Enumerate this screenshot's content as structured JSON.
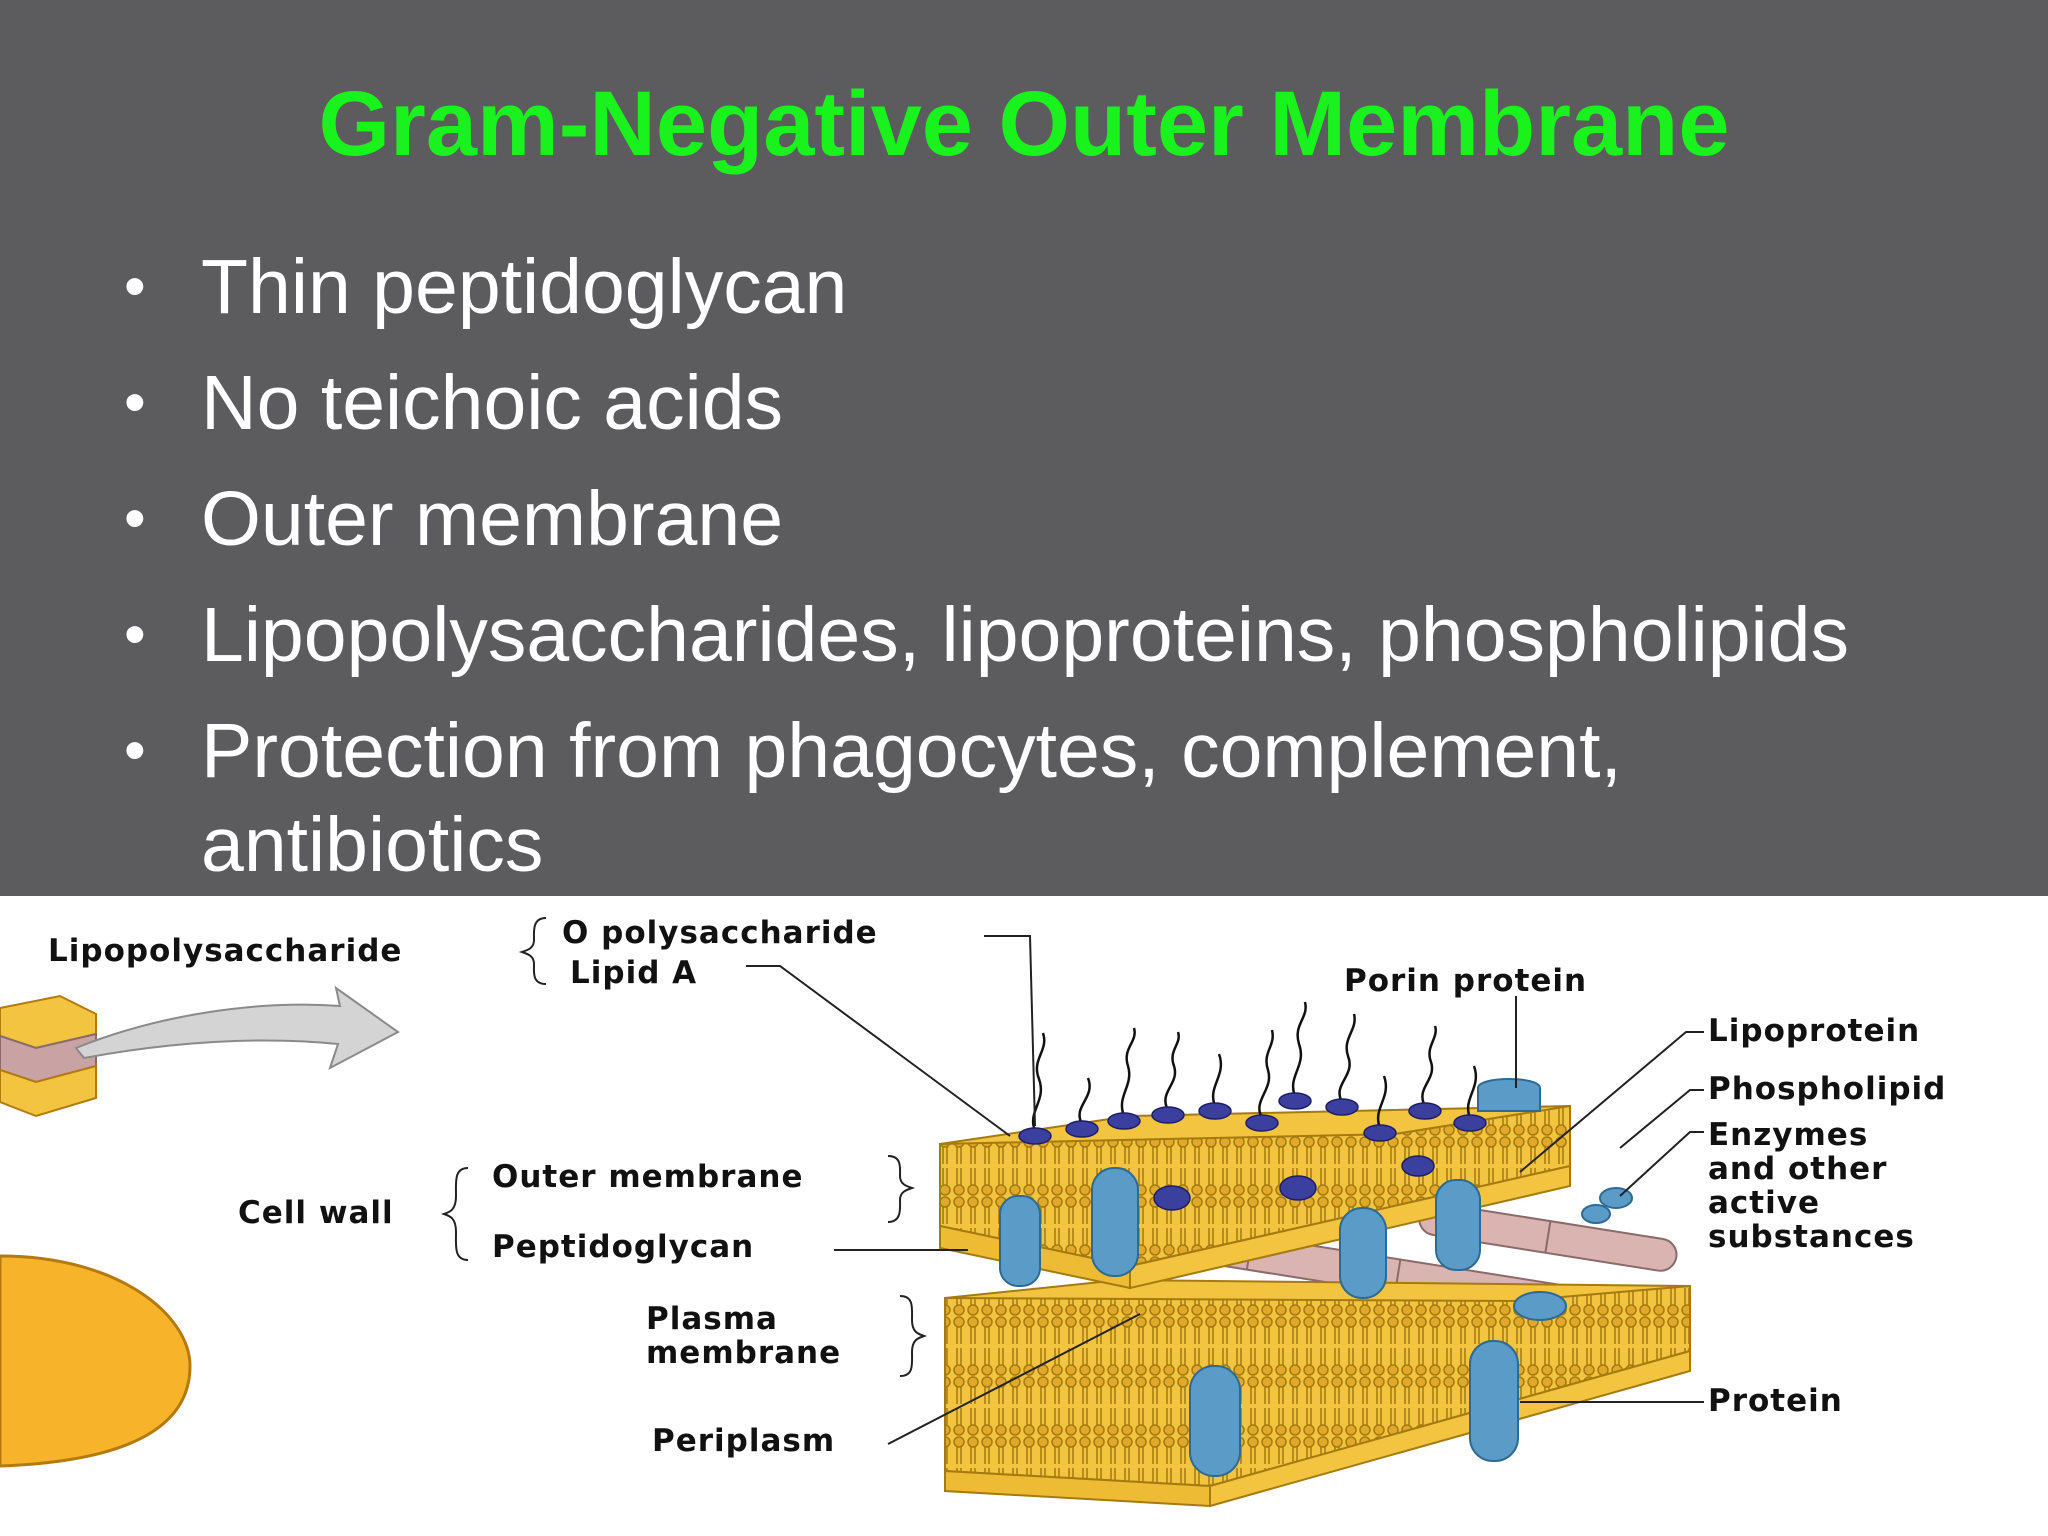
{
  "slide": {
    "title": "Gram-Negative Outer Membrane",
    "bullets": [
      "Thin peptidoglycan",
      "No teichoic acids",
      "Outer membrane",
      "Lipopolysaccharides, lipoproteins, phospholipids",
      "Protection from phagocytes, complement, antibiotics"
    ],
    "bullet_glyph": "•"
  },
  "diagram": {
    "labels": {
      "lipopolysaccharide": "Lipopolysaccharide",
      "o_polysaccharide": "O polysaccharide",
      "lipid_a": "Lipid A",
      "porin_protein": "Porin protein",
      "lipoprotein": "Lipoprotein",
      "phospholipid": "Phospholipid",
      "enzymes": "Enzymes\nand other\nactive\nsubstances",
      "cell_wall": "Cell wall",
      "outer_membrane": "Outer membrane",
      "peptidoglycan": "Peptidoglycan",
      "plasma_membrane": "Plasma\nmembrane",
      "periplasm": "Periplasm",
      "protein": "Protein"
    },
    "colors": {
      "background_slide": "#5c5c5e",
      "title": "#19f21d",
      "membrane": "#f2c440",
      "membrane_edge": "#c89a1e",
      "protein": "#5b9bc8",
      "lps_head": "#3b3f9e",
      "peptidoglycan_rod": "#d9b4b0",
      "cell": "#f7b42a"
    }
  }
}
